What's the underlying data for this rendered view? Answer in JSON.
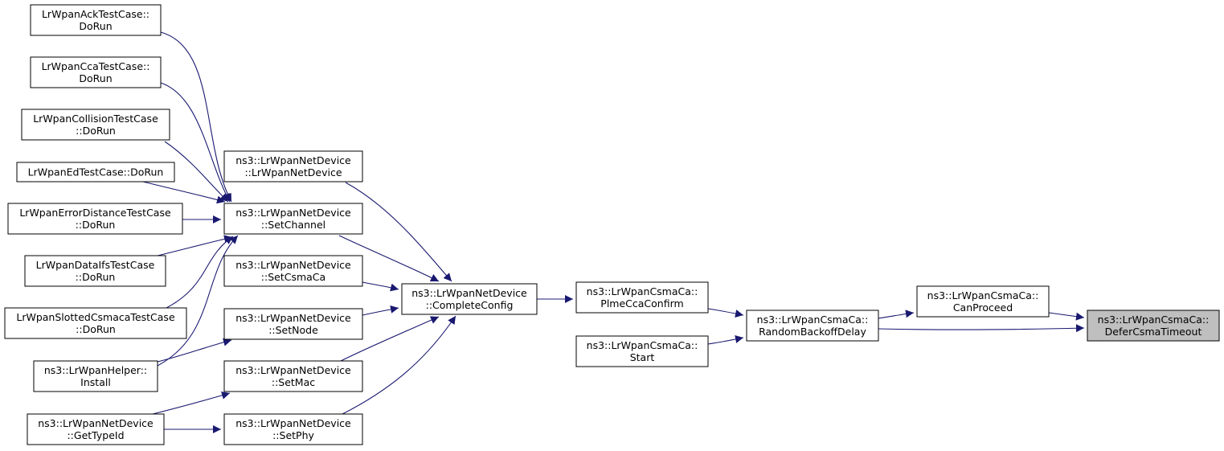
{
  "graph": {
    "edge_color": "#191970",
    "node_border_color": "#000000",
    "node_fill": "#ffffff",
    "highlight_fill": "#bfbfbf",
    "nodes": [
      {
        "id": "ack",
        "lines": [
          "LrWpanAckTestCase::",
          "DoRun"
        ]
      },
      {
        "id": "cca",
        "lines": [
          "LrWpanCcaTestCase::",
          "DoRun"
        ]
      },
      {
        "id": "collision",
        "lines": [
          "LrWpanCollisionTestCase",
          "::DoRun"
        ]
      },
      {
        "id": "ed",
        "lines": [
          "LrWpanEdTestCase::DoRun"
        ]
      },
      {
        "id": "errdist",
        "lines": [
          "LrWpanErrorDistanceTestCase",
          "::DoRun"
        ]
      },
      {
        "id": "dataifs",
        "lines": [
          "LrWpanDataIfsTestCase",
          "::DoRun"
        ]
      },
      {
        "id": "slotted",
        "lines": [
          "LrWpanSlottedCsmacaTestCase",
          "::DoRun"
        ]
      },
      {
        "id": "helper",
        "lines": [
          "ns3::LrWpanHelper::",
          "Install"
        ]
      },
      {
        "id": "gettypeid",
        "lines": [
          "ns3::LrWpanNetDevice",
          "::GetTypeId"
        ]
      },
      {
        "id": "ctor",
        "lines": [
          "ns3::LrWpanNetDevice",
          "::LrWpanNetDevice"
        ]
      },
      {
        "id": "setchannel",
        "lines": [
          "ns3::LrWpanNetDevice",
          "::SetChannel"
        ]
      },
      {
        "id": "setcsmaca",
        "lines": [
          "ns3::LrWpanNetDevice",
          "::SetCsmaCa"
        ]
      },
      {
        "id": "setnode",
        "lines": [
          "ns3::LrWpanNetDevice",
          "::SetNode"
        ]
      },
      {
        "id": "setmac",
        "lines": [
          "ns3::LrWpanNetDevice",
          "::SetMac"
        ]
      },
      {
        "id": "setphy",
        "lines": [
          "ns3::LrWpanNetDevice",
          "::SetPhy"
        ]
      },
      {
        "id": "completeconfig",
        "lines": [
          "ns3::LrWpanNetDevice",
          "::CompleteConfig"
        ]
      },
      {
        "id": "plmecca",
        "lines": [
          "ns3::LrWpanCsmaCa::",
          "PlmeCcaConfirm"
        ]
      },
      {
        "id": "start",
        "lines": [
          "ns3::LrWpanCsmaCa::",
          "Start"
        ]
      },
      {
        "id": "randombackoff",
        "lines": [
          "ns3::LrWpanCsmaCa::",
          "RandomBackoffDelay"
        ]
      },
      {
        "id": "canproceed",
        "lines": [
          "ns3::LrWpanCsmaCa::",
          "CanProceed"
        ]
      },
      {
        "id": "defer",
        "lines": [
          "ns3::LrWpanCsmaCa::",
          "DeferCsmaTimeout"
        ],
        "highlighted": true
      }
    ],
    "edges": [
      {
        "from": "ack",
        "to": "setchannel"
      },
      {
        "from": "cca",
        "to": "setchannel"
      },
      {
        "from": "collision",
        "to": "setchannel"
      },
      {
        "from": "ed",
        "to": "setchannel"
      },
      {
        "from": "errdist",
        "to": "setchannel"
      },
      {
        "from": "dataifs",
        "to": "setchannel"
      },
      {
        "from": "slotted",
        "to": "setchannel"
      },
      {
        "from": "helper",
        "to": "setchannel"
      },
      {
        "from": "helper",
        "to": "setnode"
      },
      {
        "from": "gettypeid",
        "to": "setmac"
      },
      {
        "from": "gettypeid",
        "to": "setphy"
      },
      {
        "from": "ctor",
        "to": "completeconfig"
      },
      {
        "from": "setchannel",
        "to": "completeconfig"
      },
      {
        "from": "setcsmaca",
        "to": "completeconfig"
      },
      {
        "from": "setnode",
        "to": "completeconfig"
      },
      {
        "from": "setmac",
        "to": "completeconfig"
      },
      {
        "from": "setphy",
        "to": "completeconfig"
      },
      {
        "from": "completeconfig",
        "to": "plmecca"
      },
      {
        "from": "plmecca",
        "to": "randombackoff"
      },
      {
        "from": "start",
        "to": "randombackoff"
      },
      {
        "from": "randombackoff",
        "to": "canproceed"
      },
      {
        "from": "randombackoff",
        "to": "defer"
      },
      {
        "from": "canproceed",
        "to": "defer"
      }
    ]
  }
}
